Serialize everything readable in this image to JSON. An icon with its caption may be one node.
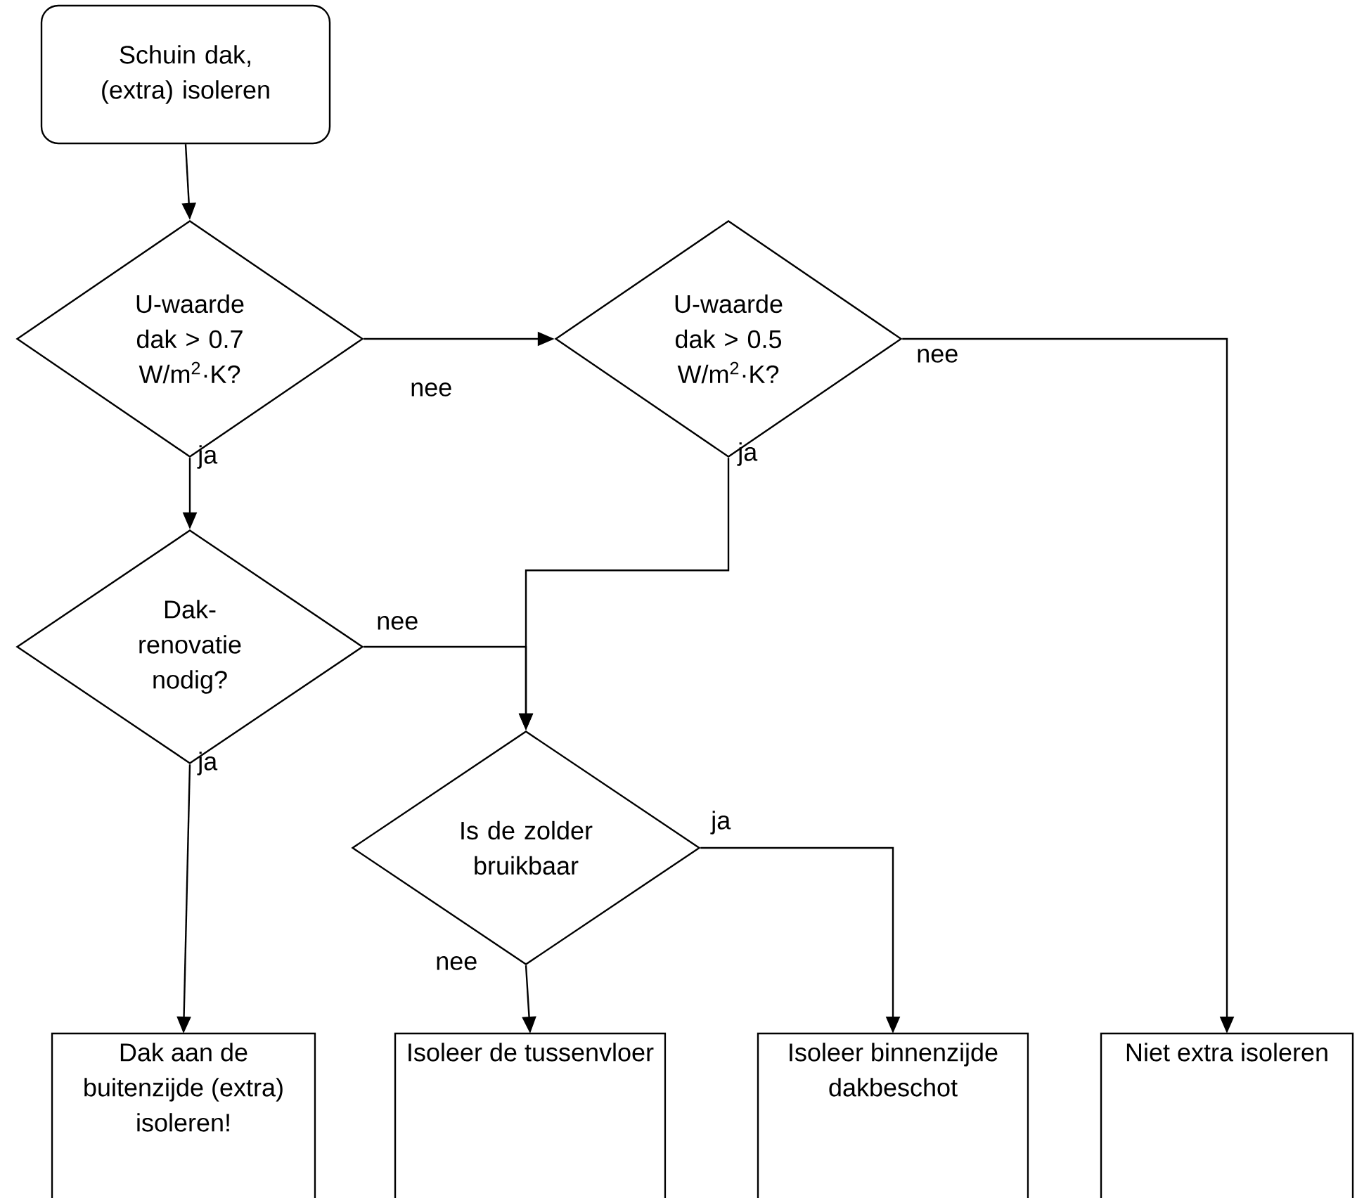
{
  "diagram": {
    "nodes": [
      {
        "text": [
          "Schuin dak, (extra) isoleren"
        ]
      },
      {
        "text": [
          "U-waarde dak > 0.7 W/m$^{2}$·K?"
        ]
      },
      {
        "text": [
          "U-waarde dak > 0.5 W/m$^{2}$·K?"
        ]
      },
      {
        "text": [
          "Dak- renovatie nodig?"
        ]
      },
      {
        "text": [
          "Is de zolder bruikbaar"
        ]
      },
      {
        "text": [
          "Dak aan de buitenzijde (extra) isoleren!"
        ]
      },
      {
        "text": [
          "Isoleer de tussenvloer"
        ]
      },
      {
        "text": [
          "Isoleer binnenzijde dakbeschot"
        ]
      },
      {
        "text": [
          "Niet extra isoleren"
        ]
      }
    ],
    "edges": [
      {
        "from": 0,
        "to": 1,
        "arrow": "to"
      },
      {
        "from": 1,
        "to": 2,
        "arrow": "to",
        "label": "nee"
      },
      {
        "from": 2,
        "to": 8,
        "arrow": "to",
        "label": "nee"
      },
      {
        "from": 1,
        "to": 3,
        "arrow": "to",
        "label": "ja"
      },
      {
        "from": 2,
        "to": 4,
        "arrow": "to",
        "label": "ja"
      },
      {
        "from": 3,
        "to": 4,
        "arrow": "to",
        "label": "nee"
      },
      {
        "from": 3,
        "to": 5,
        "arrow": "to",
        "label": "ja"
      },
      {
        "from": 4,
        "to": 6,
        "arrow": "to",
        "label": "nee"
      },
      {
        "from": 4,
        "to": 7,
        "arrow": "to",
        "label": "ja"
      }
    ]
  }
}
